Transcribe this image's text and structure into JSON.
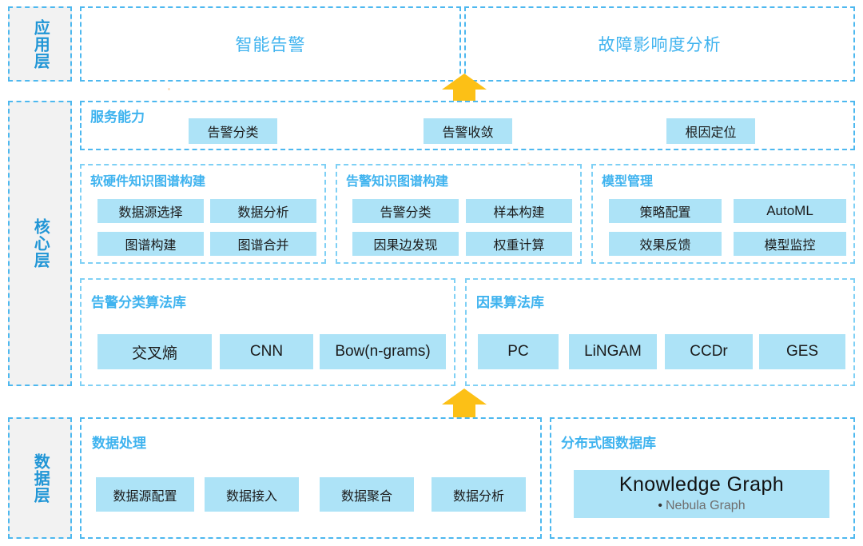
{
  "diagram": {
    "title_hidden": "",
    "colors": {
      "accent_blue": "#3fb3ef",
      "border_blue": "#4db8ef",
      "chip_fill": "#ade3f7",
      "arrow_orange": "#fcc016",
      "tag_bg": "#f2f2f2",
      "text_dark": "#1a1a1a"
    }
  },
  "layers": {
    "application": {
      "tag": "应用层",
      "cells": [
        {
          "label": "智能告警"
        },
        {
          "label": "故障影响度分析"
        }
      ]
    },
    "core": {
      "tag": "核心层",
      "service_capability": {
        "title": "服务能力",
        "chips": [
          {
            "label": "告警分类"
          },
          {
            "label": "告警收敛"
          },
          {
            "label": "根因定位"
          }
        ]
      },
      "panels": [
        {
          "title": "软硬件知识图谱构建",
          "chips": [
            {
              "label": "数据源选择"
            },
            {
              "label": "数据分析"
            },
            {
              "label": "图谱构建"
            },
            {
              "label": "图谱合并"
            }
          ]
        },
        {
          "title": "告警知识图谱构建",
          "chips": [
            {
              "label": "告警分类"
            },
            {
              "label": "样本构建"
            },
            {
              "label": "因果边发现"
            },
            {
              "label": "权重计算"
            }
          ]
        },
        {
          "title": "模型管理",
          "chips": [
            {
              "label": "策略配置"
            },
            {
              "label": "AutoML"
            },
            {
              "label": "效果反馈"
            },
            {
              "label": "模型监控"
            }
          ]
        }
      ],
      "algorithm_libraries": [
        {
          "title": "告警分类算法库",
          "chips": [
            {
              "label": "交叉熵"
            },
            {
              "label": "CNN"
            },
            {
              "label": "Bow(n-grams)"
            }
          ]
        },
        {
          "title": "因果算法库",
          "chips": [
            {
              "label": "PC"
            },
            {
              "label": "LiNGAM"
            },
            {
              "label": "CCDr"
            },
            {
              "label": "GES"
            }
          ]
        }
      ]
    },
    "data": {
      "tag": "数据层",
      "panels": [
        {
          "title": "数据处理",
          "chips": [
            {
              "label": "数据源配置"
            },
            {
              "label": "数据接入"
            },
            {
              "label": "数据聚合"
            },
            {
              "label": "数据分析"
            }
          ]
        },
        {
          "title": "分布式图数据库",
          "knowledge_graph": {
            "title": "Knowledge Graph",
            "bullet": "•",
            "subtitle": "Nebula Graph"
          }
        }
      ]
    }
  },
  "arrows": [
    {
      "name": "data-to-core-arrow",
      "direction": "up"
    },
    {
      "name": "core-to-application-arrow",
      "direction": "up"
    }
  ]
}
